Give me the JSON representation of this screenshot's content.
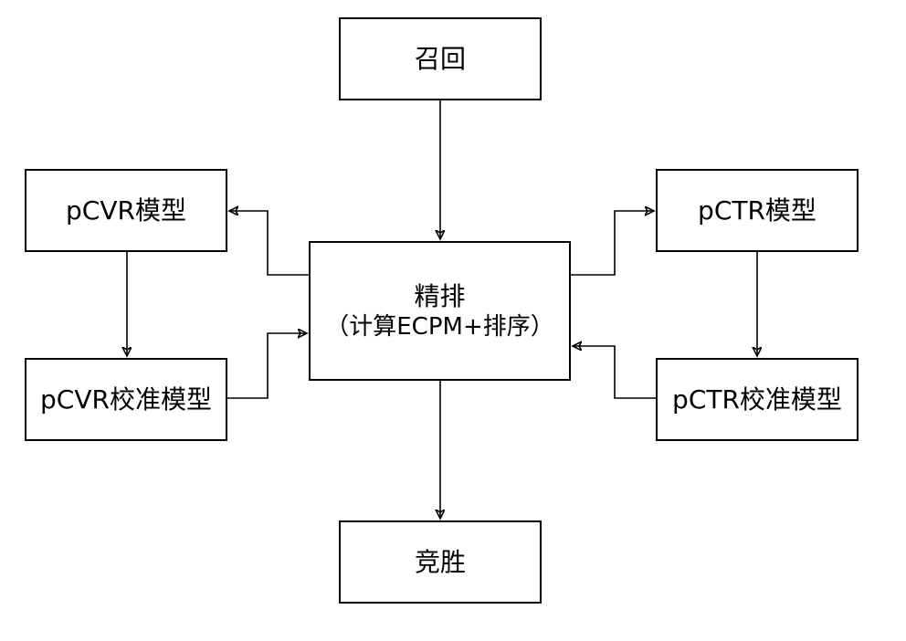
{
  "nodes": {
    "recall": "召回",
    "rank_title": "精排",
    "rank_sub": "（计算ECPM+排序）",
    "auction": "竞胜",
    "pcvr_model": "pCVR模型",
    "pcvr_calibration": "pCVR校准模型",
    "pctr_model": "pCTR模型",
    "pctr_calibration": "pCTR校准模型"
  },
  "colors": {
    "stroke": "#000000",
    "fill": "#ffffff"
  }
}
